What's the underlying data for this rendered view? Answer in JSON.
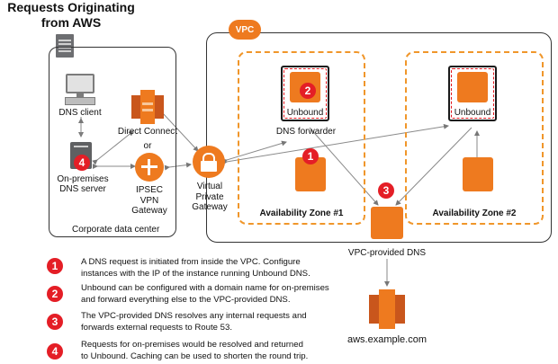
{
  "title": "Requests Originating from AWS",
  "vpc_tag": "VPC",
  "corporate": {
    "label": "Corporate data center",
    "dns_client": "DNS client",
    "onprem_dns": "On-premises DNS server",
    "direct_connect": "Direct Connect",
    "or": "or",
    "ipsec": "IPSEC VPN Gateway"
  },
  "vpg": "Virtual Private Gateway",
  "az1": {
    "label": "Availability Zone #1",
    "unbound": "Unbound",
    "forwarder": "DNS forwarder"
  },
  "az2": {
    "label": "Availability Zone #2",
    "unbound": "Unbound"
  },
  "vpc_dns": "VPC-provided DNS",
  "route53_domain": "aws.example.com",
  "notes": [
    {
      "num": "1",
      "line1": "A DNS request is initiated from inside the VPC. Configure",
      "line2": "instances with the IP of the instance running Unbound DNS."
    },
    {
      "num": "2",
      "line1": "Unbound can be configured with a domain name for on-premises",
      "line2": "and forward everything else to the VPC-provided DNS."
    },
    {
      "num": "3",
      "line1": "The VPC-provided DNS resolves any internal requests and",
      "line2": "forwards external requests to Route 53."
    },
    {
      "num": "4",
      "line1": "Requests for on-premises would be resolved and returned",
      "line2": "to Unbound. Caching can be used to shorten the round trip."
    }
  ],
  "colors": {
    "aws_orange": "#ee7a1f",
    "badge_red": "#e41e26",
    "az_border": "#f0962a"
  }
}
